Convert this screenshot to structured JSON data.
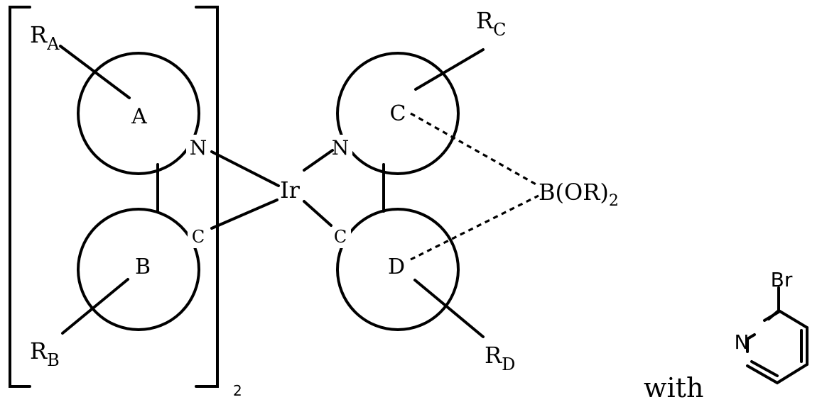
{
  "complex": {
    "ring_a": "A",
    "ring_b": "B",
    "ring_c": "C",
    "ring_d": "D",
    "sub_a": {
      "main": "R",
      "sub": "A"
    },
    "sub_b": {
      "main": "R",
      "sub": "B"
    },
    "sub_c": {
      "main": "R",
      "sub": "C"
    },
    "sub_d": {
      "main": "R",
      "sub": "D"
    },
    "metal": "Ir",
    "n_left": "N",
    "c_left": "C",
    "n_right": "N",
    "c_right": "C",
    "bracket_count": "2",
    "boronate": {
      "pre": "B(OR)",
      "sub": "2"
    }
  },
  "reagent": {
    "connector": "with",
    "halogen": "Br",
    "ring_atom": "N"
  }
}
